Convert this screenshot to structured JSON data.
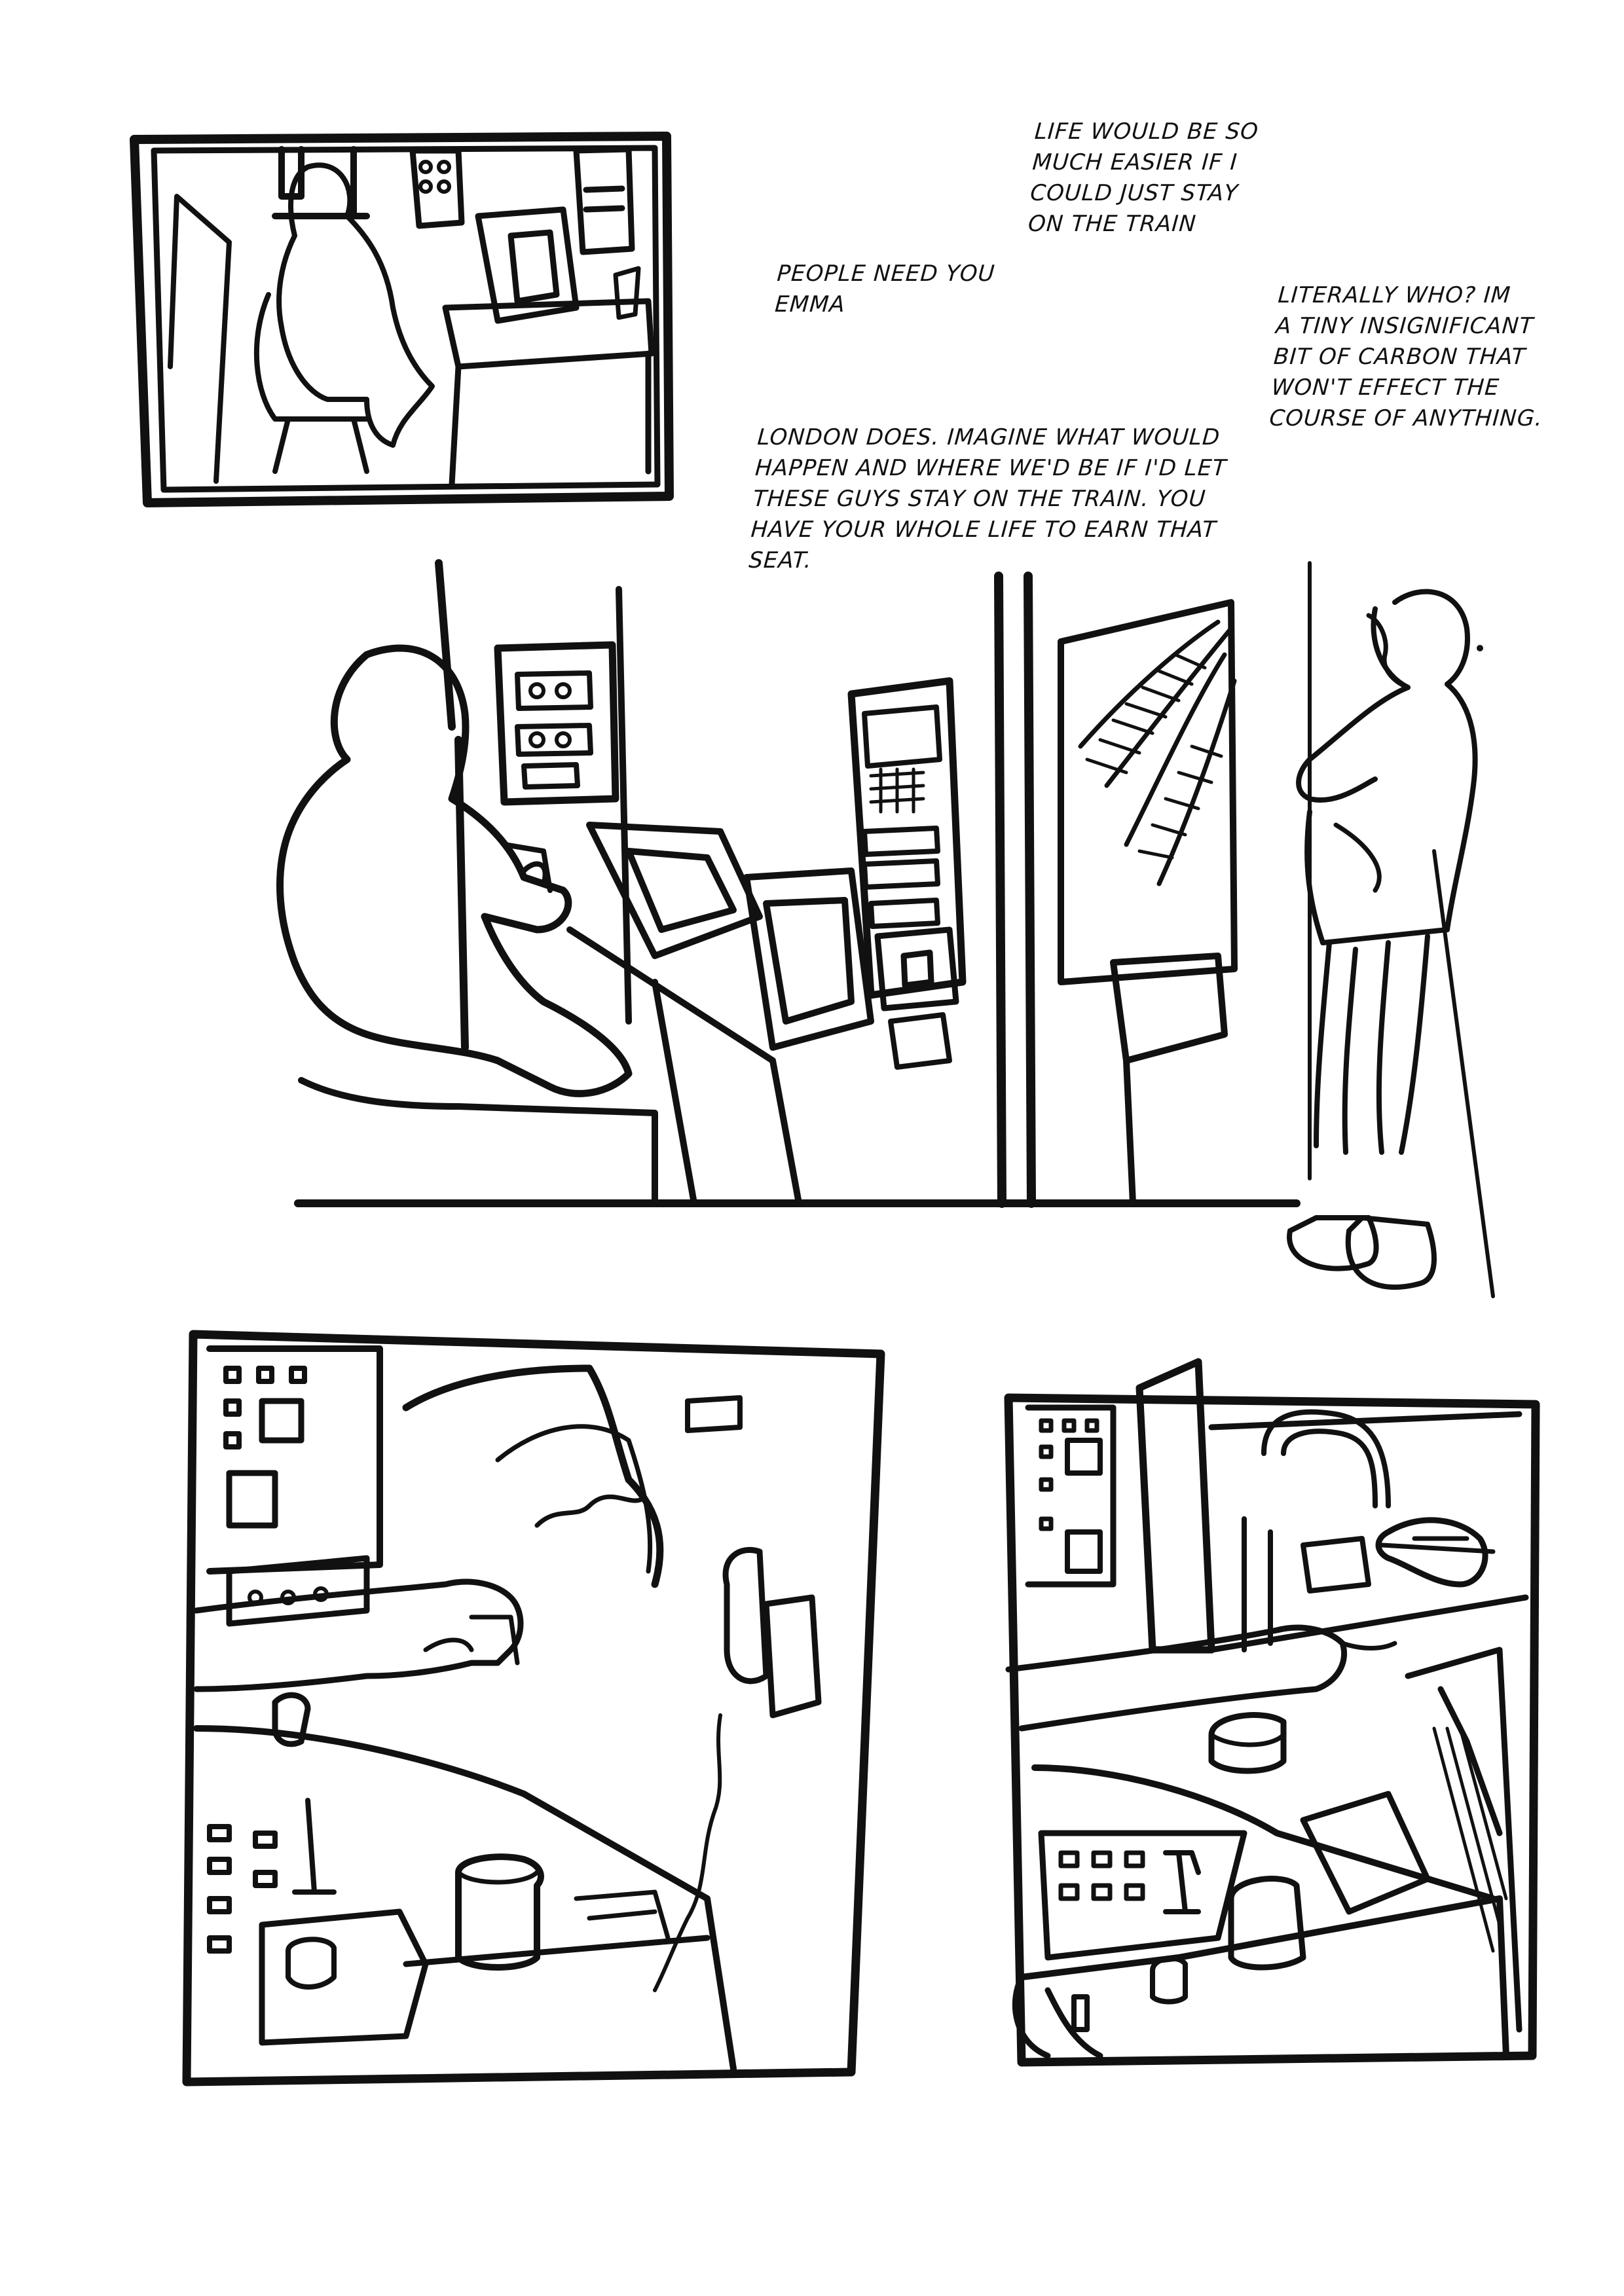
{
  "captions": {
    "life_easier": "LIFE WOULD BE SO\nMUCH EASIER IF I\nCOULD JUST STAY\nON THE TRAIN",
    "people_need": "PEOPLE NEED YOU\nEMMA",
    "literally_who": "LITERALLY WHO? IM\nA TINY INSIGNIFICANT\nBIT OF CARBON THAT\nWON'T EFFECT THE\nCOURSE OF ANYTHING.",
    "london_does": "LONDON DOES. IMAGINE WHAT WOULD\nHAPPEN AND WHERE WE'D BE IF I'D LET\nTHESE GUYS STAY ON THE TRAIN. YOU\nHAVE YOUR WHOLE LIFE TO EARN THAT\nSEAT."
  },
  "colors": {
    "ink": "#111111",
    "paper": "#ffffff"
  }
}
